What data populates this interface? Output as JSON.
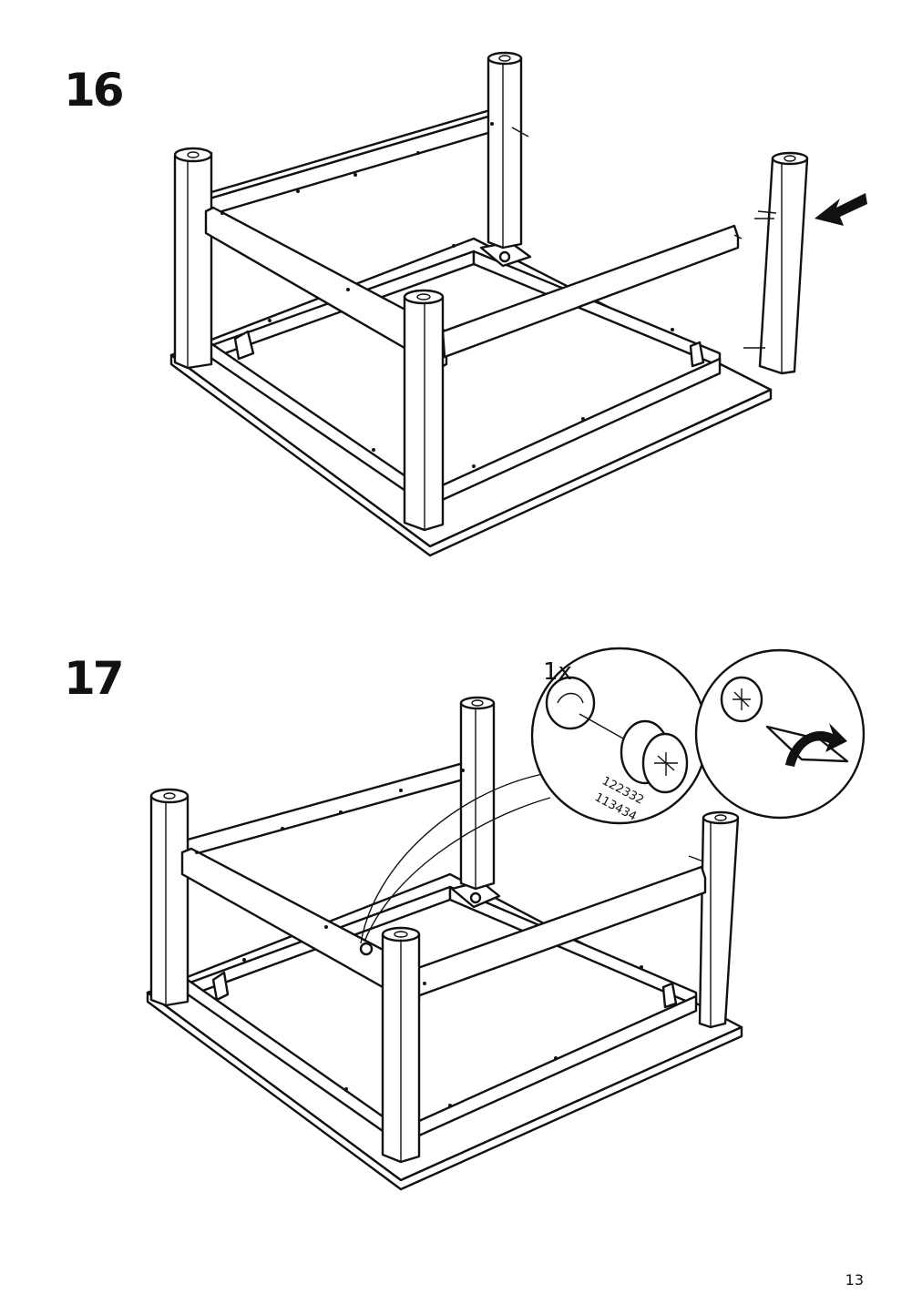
{
  "steps": [
    {
      "number": "16"
    },
    {
      "number": "17",
      "quantity": "1x",
      "part_numbers": [
        "122332",
        "113434"
      ]
    }
  ],
  "page_number": "13",
  "icons": [
    "arrow-left-icon",
    "cam-lock-icon",
    "rotate-arrow-icon"
  ]
}
